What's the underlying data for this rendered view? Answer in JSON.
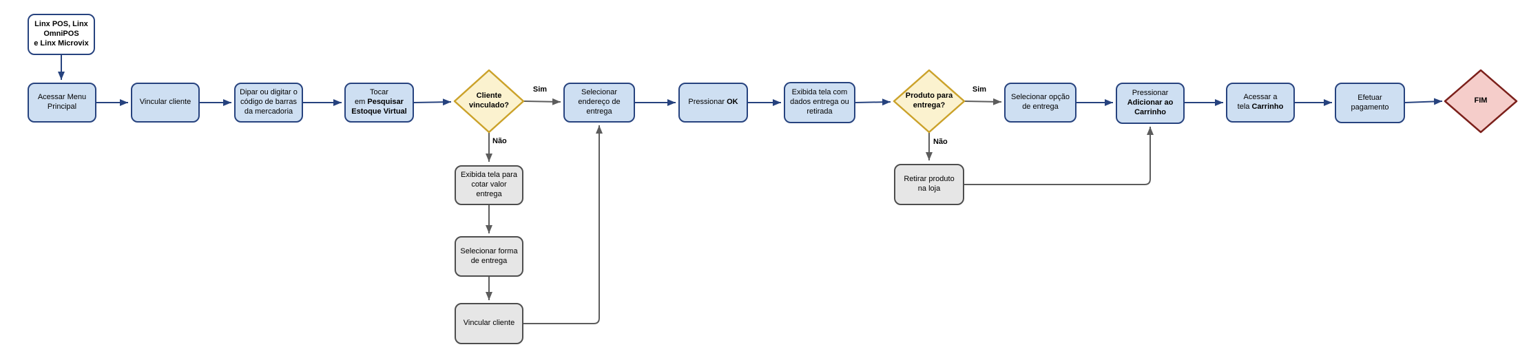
{
  "diagram": {
    "type": "flowchart",
    "nodes": {
      "start": {
        "label": "Linx POS, Linx\nOmniPOS\ne Linx Microvix"
      },
      "acessar_menu": {
        "label": "Acessar Menu\nPrincipal"
      },
      "vincular_cliente": {
        "label": "Vincular cliente"
      },
      "dipar_codigo": {
        "label": "Dipar ou digitar o\ncódigo de barras\nda mercadoria"
      },
      "tocar_pesquisar": {
        "pre": "Tocar\nem ",
        "bold": "Pesquisar\nEstoque Virtual"
      },
      "cliente_vinculado": {
        "label": "Cliente\nvinculado?"
      },
      "selecionar_endereco": {
        "label": "Selecionar\nendereço de\nentrega"
      },
      "pressionar_ok": {
        "pre": "Pressionar ",
        "bold": "OK"
      },
      "exibida_dados": {
        "label": "Exibida tela com\ndados entrega ou\nretirada"
      },
      "produto_entrega": {
        "label": "Produto para\nentrega?"
      },
      "selecionar_opcao": {
        "label": "Selecionar opção\nde entrega"
      },
      "pressionar_adicionar": {
        "pre": "Pressionar\n",
        "bold": "Adicionar ao\nCarrinho"
      },
      "acessar_carrinho": {
        "pre": "Acessar a\ntela ",
        "bold": "Carrinho"
      },
      "efetuar_pagamento": {
        "label": "Efetuar\npagamento"
      },
      "fim": {
        "label": "FIM"
      },
      "exibida_cotar": {
        "label": "Exibida tela para\ncotar valor\nentrega"
      },
      "selecionar_forma": {
        "label": "Selecionar forma\nde entrega"
      },
      "vincular_cliente_2": {
        "label": "Vincular cliente"
      },
      "retirar_produto": {
        "label": "Retirar produto\nna loja"
      }
    },
    "edge_labels": {
      "sim_1": "Sim",
      "nao_1": "Não",
      "sim_2": "Sim",
      "nao_2": "Não"
    },
    "colors": {
      "process_fill": "#CEDFF2",
      "process_stroke": "#26427E",
      "decision_fill": "#FBF2CF",
      "decision_stroke": "#CBA22A",
      "terminal_fill": "#F5CDCA",
      "terminal_stroke": "#7C201B",
      "alt_fill": "#E6E6E6",
      "alt_stroke": "#4D4D4D",
      "flow_arrow": "#26427E",
      "branch_arrow": "#5C5C5C",
      "text": "#000000"
    }
  }
}
